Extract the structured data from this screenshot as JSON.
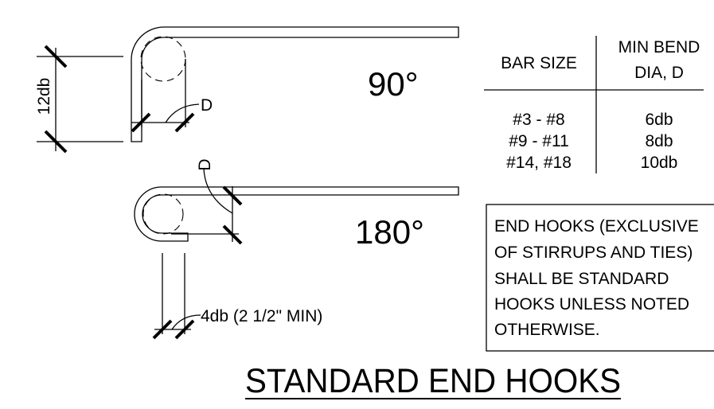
{
  "hook_90": {
    "angle_label": "90°",
    "dim_label": "12db",
    "bend_label": "D"
  },
  "hook_180": {
    "angle_label": "180°",
    "bend_label": "D",
    "ext_label": "4db (2 1/2\" MIN)"
  },
  "table": {
    "header_bar_size": "BAR SIZE",
    "header_bend_line1": "MIN BEND",
    "header_bend_line2": "DIA, D",
    "rows": [
      {
        "bar_size": "#3 - #8",
        "bend": "6db"
      },
      {
        "bar_size": "#9 - #11",
        "bend": "8db"
      },
      {
        "bar_size": "#14, #18",
        "bend": "10db"
      }
    ]
  },
  "note": {
    "lines": [
      "END HOOKS (EXCLUSIVE",
      "OF STIRRUPS AND TIES)",
      "SHALL BE STANDARD",
      "HOOKS UNLESS NOTED",
      "OTHERWISE."
    ]
  },
  "title": "STANDARD END HOOKS"
}
